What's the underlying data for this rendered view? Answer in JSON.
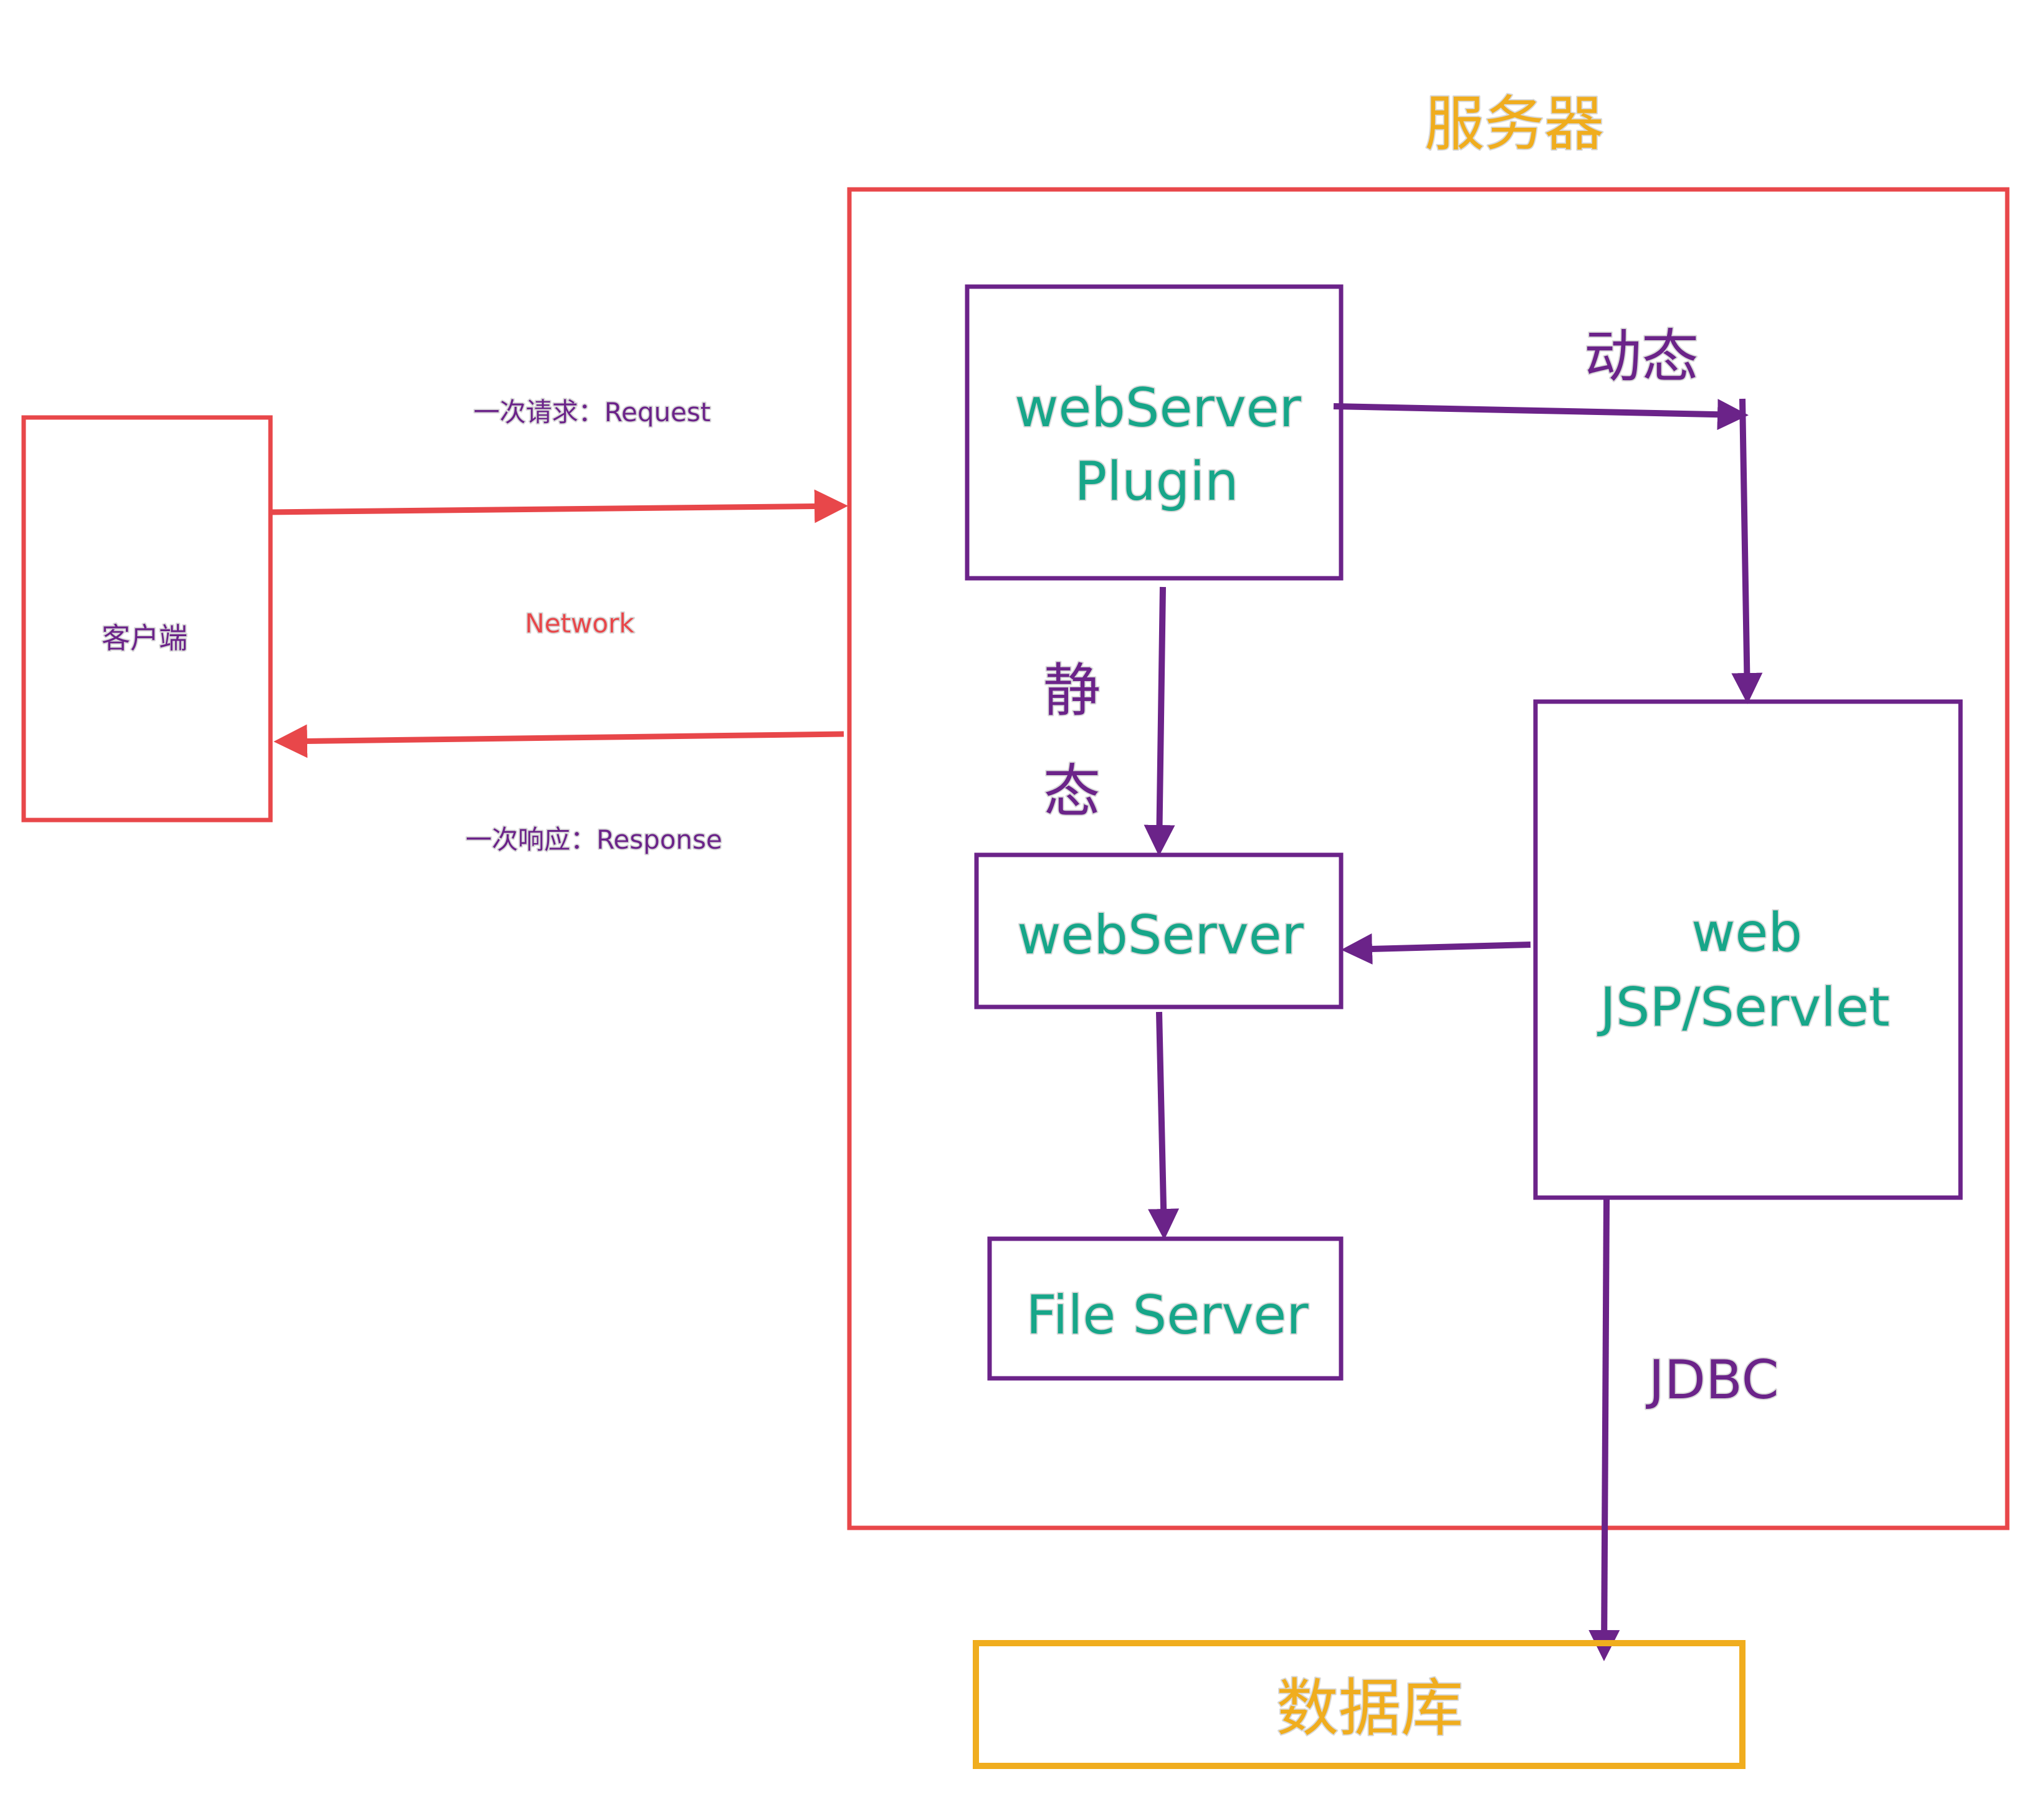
{
  "server_title": "服务器",
  "client": {
    "label": "客户端"
  },
  "network": {
    "request_label": "一次请求：Request",
    "network_label": "Network",
    "response_label": "一次响应：Response"
  },
  "server": {
    "plugin_box": {
      "line1": "webServer",
      "line2": "Plugin"
    },
    "webserver_box": {
      "label": "webServer"
    },
    "fileserver_box": {
      "label": "File Server"
    },
    "jsp_box": {
      "line1": "web",
      "line2": "JSP/Servlet"
    },
    "dynamic_label": "动态",
    "static_label_1": "静",
    "static_label_2": "态",
    "jdbc_label": "JDBC"
  },
  "database": {
    "label": "数据库"
  },
  "colors": {
    "red": "#e8474a",
    "purple": "#6b2389",
    "teal": "#17a689",
    "orange": "#f0ad1e"
  }
}
